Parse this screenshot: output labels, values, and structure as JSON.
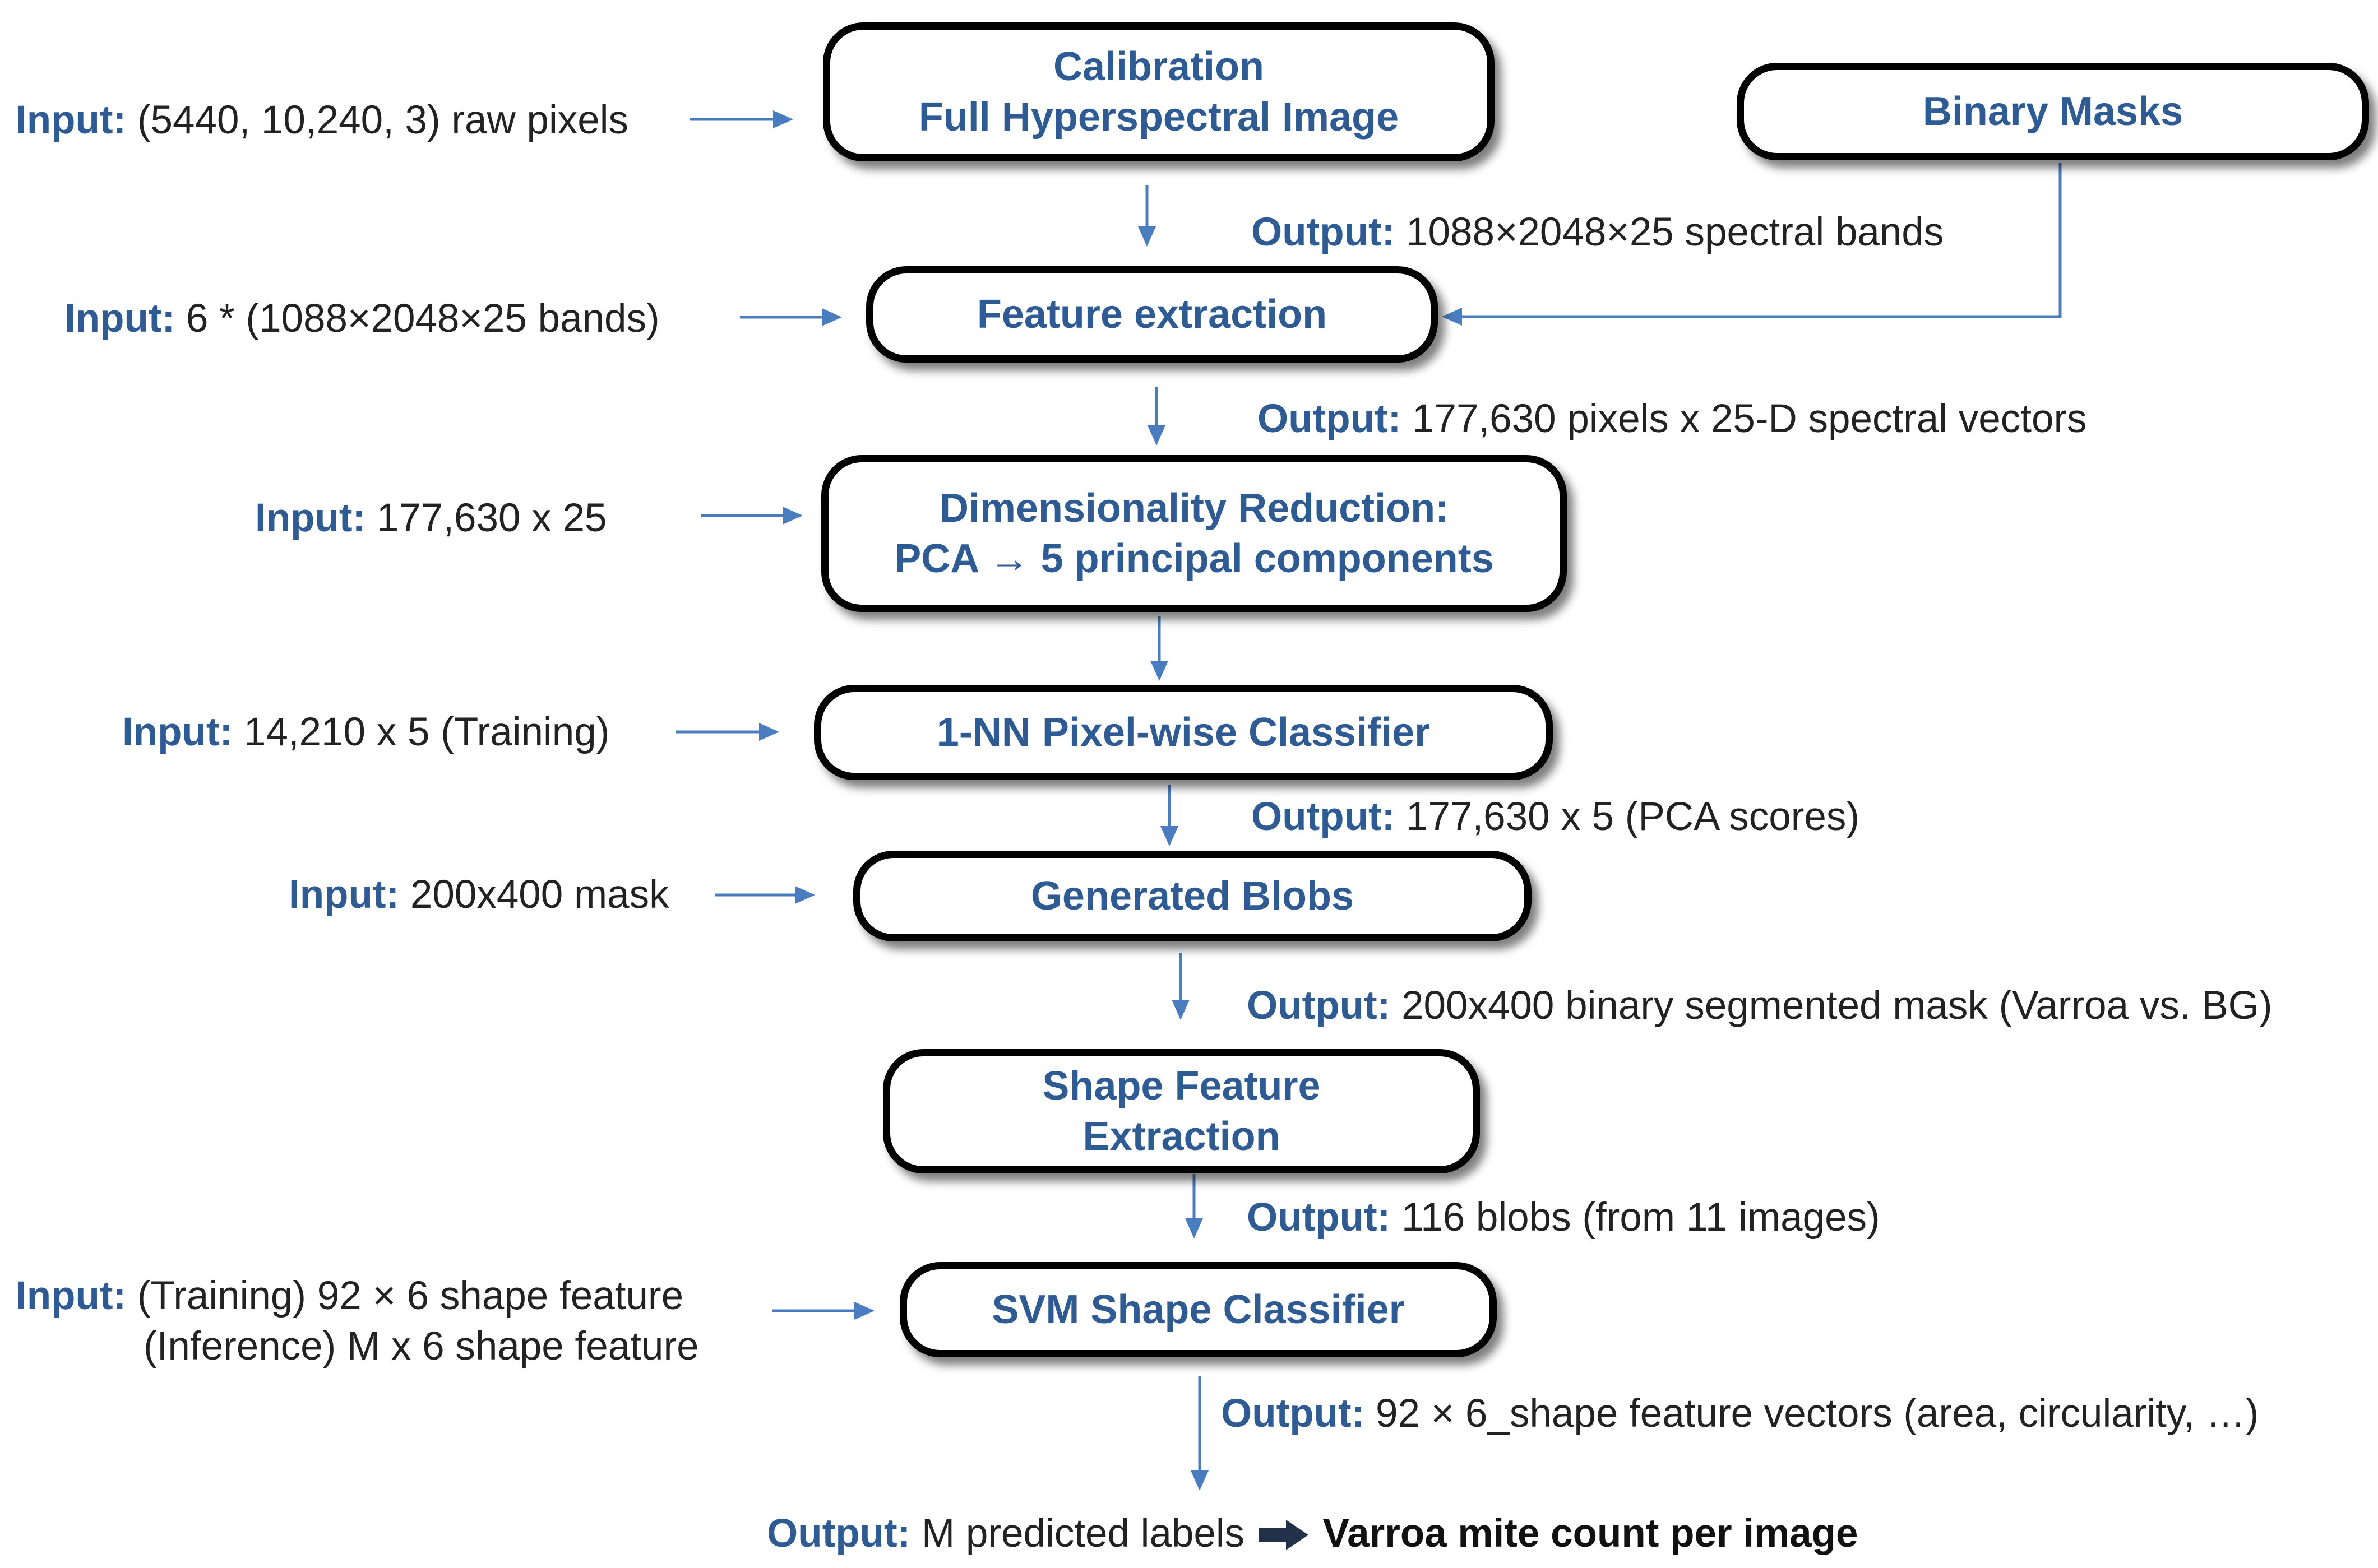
{
  "boxes": {
    "calibration": {
      "line1": "Calibration",
      "line2": "Full Hyperspectral Image"
    },
    "binary_masks": "Binary Masks",
    "feature_extraction": "Feature extraction",
    "dim_reduction": {
      "line1": "Dimensionality Reduction:",
      "line2": "PCA → 5 principal components"
    },
    "nn_classifier": "1-NN Pixel-wise Classifier",
    "generated_blobs": "Generated Blobs",
    "shape_feature": {
      "line1": "Shape Feature",
      "line2": "Extraction"
    },
    "svm_classifier": "SVM Shape Classifier"
  },
  "labels": {
    "input_word": "Input:",
    "output_word": "Output:",
    "in_calibration": "(5440, 10,240, 3) raw pixels",
    "out_calibration": "1088×2048×25 spectral bands",
    "in_feature": "6 * (1088×2048×25 bands)",
    "out_feature": "177,630 pixels x 25-D spectral vectors",
    "in_dim": "177,630 x 25",
    "in_nn": "14,210 x 5 (Training)",
    "out_nn": "177,630 x 5 (PCA scores)",
    "in_blobs": "200x400 mask",
    "out_blobs": "200x400 binary segmented mask (Varroa vs. BG)",
    "out_shape": "116 blobs (from 11 images)",
    "in_svm_line1": "(Training) 92 × 6  shape feature",
    "in_svm_line2": "(Inference) M x 6 shape feature",
    "out_svm": "92 × 6_shape feature vectors (area, circularity, …)",
    "final_plain": "M predicted labels",
    "final_bold": "Varroa mite count per image"
  },
  "colors": {
    "box_text": "#2e5b93",
    "arrow": "#4a7dc0",
    "border": "#000000"
  }
}
